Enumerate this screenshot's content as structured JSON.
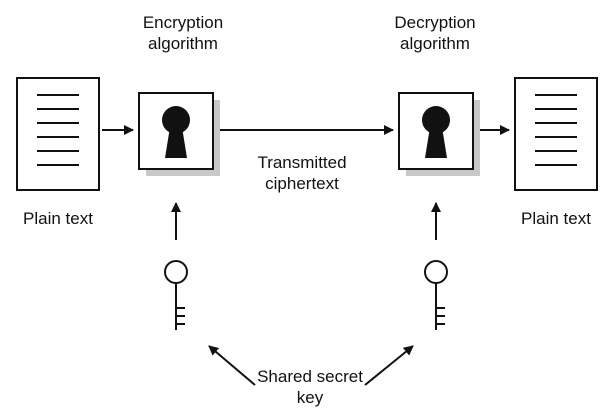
{
  "labels": {
    "encryption_title": "Encryption algorithm",
    "decryption_title": "Decryption algorithm",
    "transmitted": "Transmitted ciphertext",
    "plain_left": "Plain text",
    "plain_right": "Plain text",
    "shared_key": "Shared secret key"
  },
  "colors": {
    "stroke": "#111111",
    "shadow": "#c8c8c8",
    "background": "#ffffff"
  },
  "icons": {
    "document": "document-icon",
    "keyhole": "keyhole-icon",
    "key": "key-icon"
  }
}
